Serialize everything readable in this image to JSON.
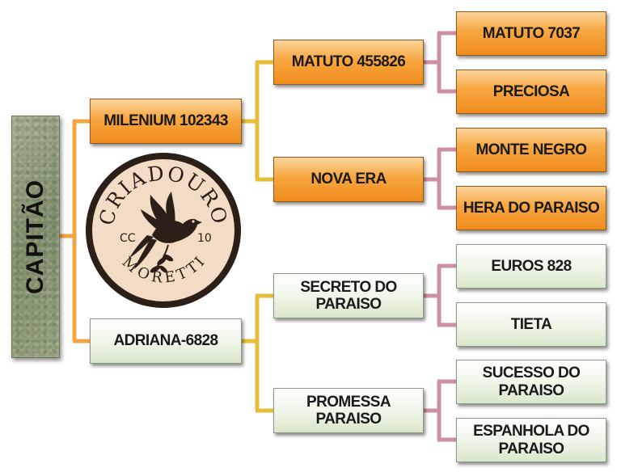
{
  "root": {
    "label": "CAPITÃO"
  },
  "gen1": {
    "sire": "MILENIUM 102343",
    "dam": "ADRIANA-6828"
  },
  "gen2": {
    "sire_sire": "MATUTO 455826",
    "sire_dam": "NOVA ERA",
    "dam_sire": "SECRETO DO PARAISO",
    "dam_dam": "PROMESSA PARAISO"
  },
  "gen3": {
    "sss": "MATUTO 7037",
    "ssd": "PRECIOSA",
    "sds": "MONTE NEGRO",
    "sdd": "HERA DO PARAISO",
    "dss": "EUROS 828",
    "dsd": "TIETA",
    "dds": "SUCESSO DO PARAISO",
    "ddd": "ESPANHOLA DO PARAISO"
  },
  "logo": {
    "top_text": "CRIADOURO",
    "bottom_text": "MORETTI",
    "left_text": "CC",
    "right_text": "10"
  },
  "colors": {
    "paternal_box": "#f7a63f",
    "maternal_box": "#eef5e6",
    "root_box": "#8c9a78",
    "connector_gen1": "#f2a541",
    "connector_gen2": "#e6be3a",
    "connector_gen3": "#cf8fa2",
    "logo_background": "#f2dcc5",
    "logo_ink": "#2b1f18"
  }
}
